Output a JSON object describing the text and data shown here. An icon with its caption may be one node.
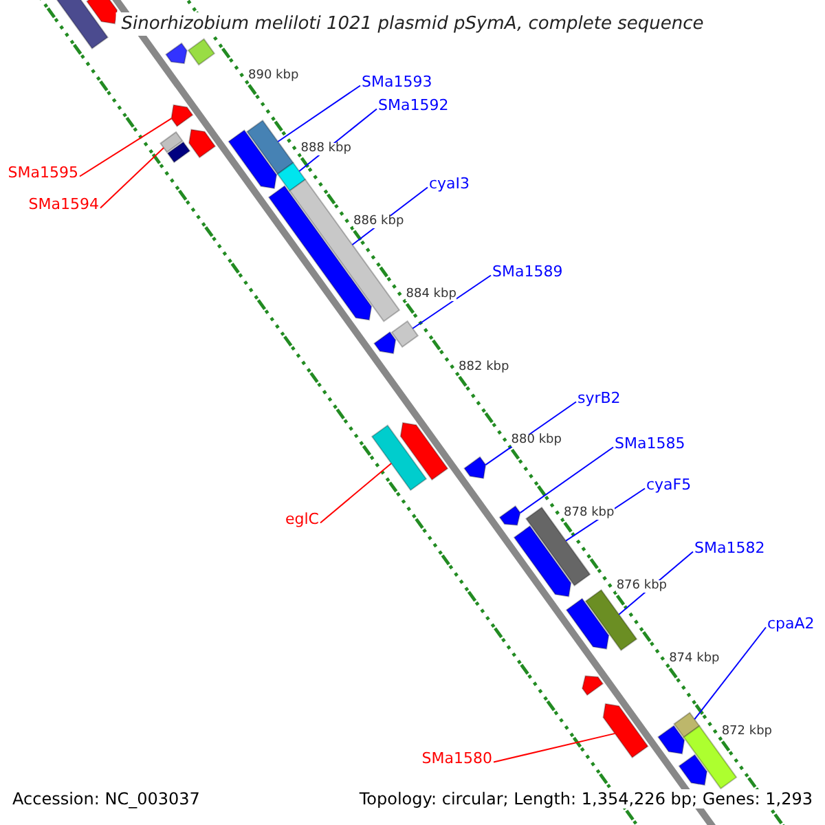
{
  "diagram": {
    "title": "Sinorhizobium meliloti 1021 plasmid pSymA, complete sequence",
    "nodes": [
      {
        "text": [
          "SMa1593"
        ]
      },
      {
        "text": [
          "SMa1592"
        ]
      },
      {
        "text": [
          "SMa1595"
        ]
      },
      {
        "text": [
          "SMa1594"
        ]
      },
      {
        "text": [
          "cyaI3"
        ]
      },
      {
        "text": [
          "SMa1589"
        ]
      },
      {
        "text": [
          "syrB2"
        ]
      },
      {
        "text": [
          "SMa1585"
        ]
      },
      {
        "text": [
          "cyaF5"
        ]
      },
      {
        "text": [
          "eglC"
        ]
      },
      {
        "text": [
          "SMa1582"
        ]
      },
      {
        "text": [
          "cpaA2"
        ]
      },
      {
        "text": [
          "SMa1580"
        ]
      },
      {
        "text": [],
        "shape": "bar"
      },
      {
        "text": [],
        "shape": "bar"
      },
      {
        "text": [],
        "shape": "bar"
      },
      {
        "text": [],
        "shape": "bar"
      },
      {
        "text": [],
        "shape": "bar"
      },
      {
        "text": [],
        "shape": "bar"
      },
      {
        "text": [],
        "shape": "bar"
      },
      {
        "text": [],
        "shape": "bar"
      },
      {
        "text": [],
        "shape": "bar"
      },
      {
        "text": [],
        "shape": "bar"
      },
      {
        "text": [],
        "shape": "bar"
      },
      {
        "text": [],
        "shape": "bar"
      },
      {
        "text": [],
        "shape": "bar"
      },
      {
        "text": [],
        "shape": "bar"
      },
      {
        "text": [],
        "shape": "bar"
      },
      {
        "text": [],
        "shape": "bar"
      },
      {
        "text": [],
        "shape": "bar"
      },
      {
        "text": [],
        "shape": "bar"
      },
      {
        "text": [],
        "shape": "bar"
      },
      {
        "text": [],
        "shape": "bar"
      },
      {
        "text": [],
        "shape": "bar"
      },
      {
        "text": [],
        "shape": "bar"
      },
      {
        "text": [],
        "shape": "bar"
      },
      {
        "text": [],
        "shape": "bar"
      },
      {
        "text": [],
        "shape": "bar"
      },
      {
        "text": [],
        "shape": "bar"
      },
      {
        "text": [],
        "shape": "bar"
      },
      {
        "text": [],
        "shape": "bar"
      },
      {
        "text": [],
        "shape": "bar"
      }
    ],
    "edges": [
      {
        "from": 0,
        "to": 13,
        "arrow": "none"
      },
      {
        "from": 1,
        "to": 14,
        "arrow": "none"
      },
      {
        "from": 2,
        "to": 15,
        "arrow": "none",
        "color": "#ff0000"
      },
      {
        "from": 3,
        "to": 16,
        "arrow": "none",
        "color": "#ff0000"
      },
      {
        "from": 4,
        "to": 17,
        "arrow": "none"
      },
      {
        "from": 5,
        "to": 18,
        "arrow": "none"
      },
      {
        "from": 6,
        "to": 19,
        "arrow": "none"
      },
      {
        "from": 7,
        "to": 20,
        "arrow": "none"
      },
      {
        "from": 8,
        "to": 21,
        "arrow": "none"
      },
      {
        "from": 9,
        "to": 22,
        "arrow": "none",
        "color": "#ff0000"
      },
      {
        "from": 10,
        "to": 23,
        "arrow": "none"
      },
      {
        "from": 11,
        "to": 24,
        "arrow": "none"
      },
      {
        "from": 12,
        "to": 25,
        "arrow": "none",
        "color": "#ff0000"
      }
    ],
    "labels": [
      "890 kbp",
      "888 kbp",
      "886 kbp",
      "884 kbp",
      "882 kbp",
      "880 kbp",
      "878 kbp",
      "876 kbp",
      "874 kbp",
      "872 kbp",
      "Accession: NC_003037",
      "Topology: circular; Length: 1,354,226 bp; Genes: 1,293"
    ]
  }
}
